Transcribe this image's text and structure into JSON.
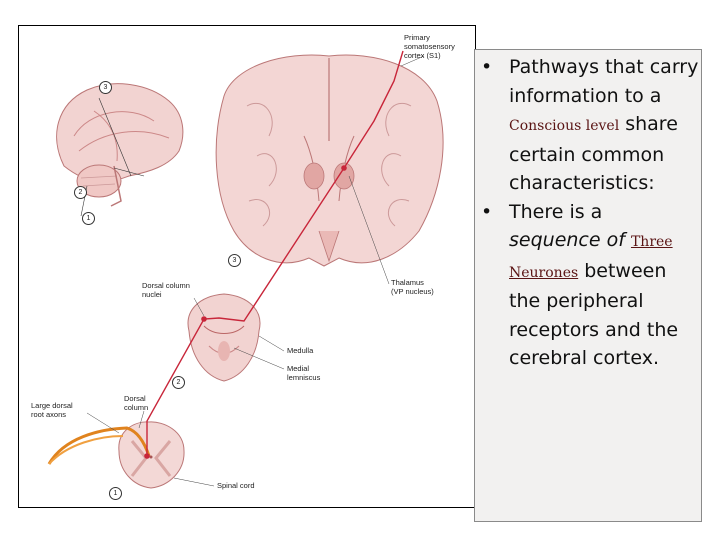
{
  "figure": {
    "labels": {
      "primary_cortex": "Primary\nsomatosensory\ncortex (S1)",
      "dorsal_column_nuclei": "Dorsal column\nnuclei",
      "thalamus": "Thalamus\n(VP nucleus)",
      "medulla": "Medulla",
      "medial_lemniscus": "Medial\nlemniscus",
      "dorsal_column": "Dorsal\ncolumn",
      "large_dorsal_root_axons": "Large dorsal\nroot axons",
      "spinal_cord": "Spinal cord"
    },
    "markers": {
      "n1_top": "1",
      "n2_top": "2",
      "n3_top": "3",
      "n3_mid": "3",
      "n2_mid": "2",
      "n1_bottom": "1"
    },
    "colors": {
      "pathway": "#c8263a",
      "tissue": "#e9c4c2",
      "tissue_dark": "#c98f8c"
    }
  },
  "bullets": {
    "b1": {
      "part1": "Pathways that carry information to a ",
      "highlight": "Conscious level",
      "part2": " share certain common characteristics:"
    },
    "b2": {
      "part1": "There is a ",
      "italic": "sequence of",
      "space": " ",
      "highlight": "Three Neurones",
      "part2": " between the peripheral receptors and the cerebral cortex."
    }
  }
}
